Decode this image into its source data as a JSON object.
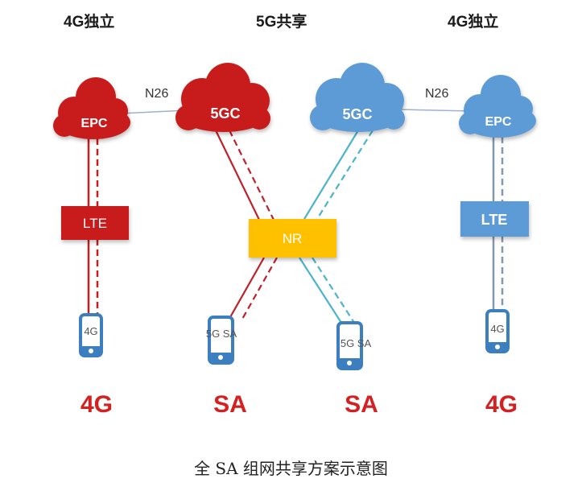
{
  "headers": {
    "left": "4G独立",
    "center": "5G共享",
    "right": "4G独立"
  },
  "links": {
    "left": "N26",
    "right": "N26"
  },
  "nodes": {
    "epc_left": "EPC",
    "fivegc_red": "5GC",
    "fivegc_blue": "5GC",
    "epc_right": "EPC",
    "lte_left": "LTE",
    "nr": "NR",
    "lte_right": "LTE"
  },
  "phones": {
    "p1": "4G",
    "p2": "5G SA",
    "p3": "5G SA",
    "p4": "4G"
  },
  "bottom_labels": {
    "l1": "4G",
    "l2": "SA",
    "l3": "SA",
    "l4": "4G"
  },
  "caption": "全 SA 组网共享方案示意图",
  "colors": {
    "red": "#c81d1d",
    "blue": "#5b9bd5",
    "nr_yellow": "#ffc000",
    "line_red": "#c0202a",
    "line_cyan": "#4bb3cc",
    "line_steel": "#8497b0",
    "label_red": "#d42020"
  }
}
